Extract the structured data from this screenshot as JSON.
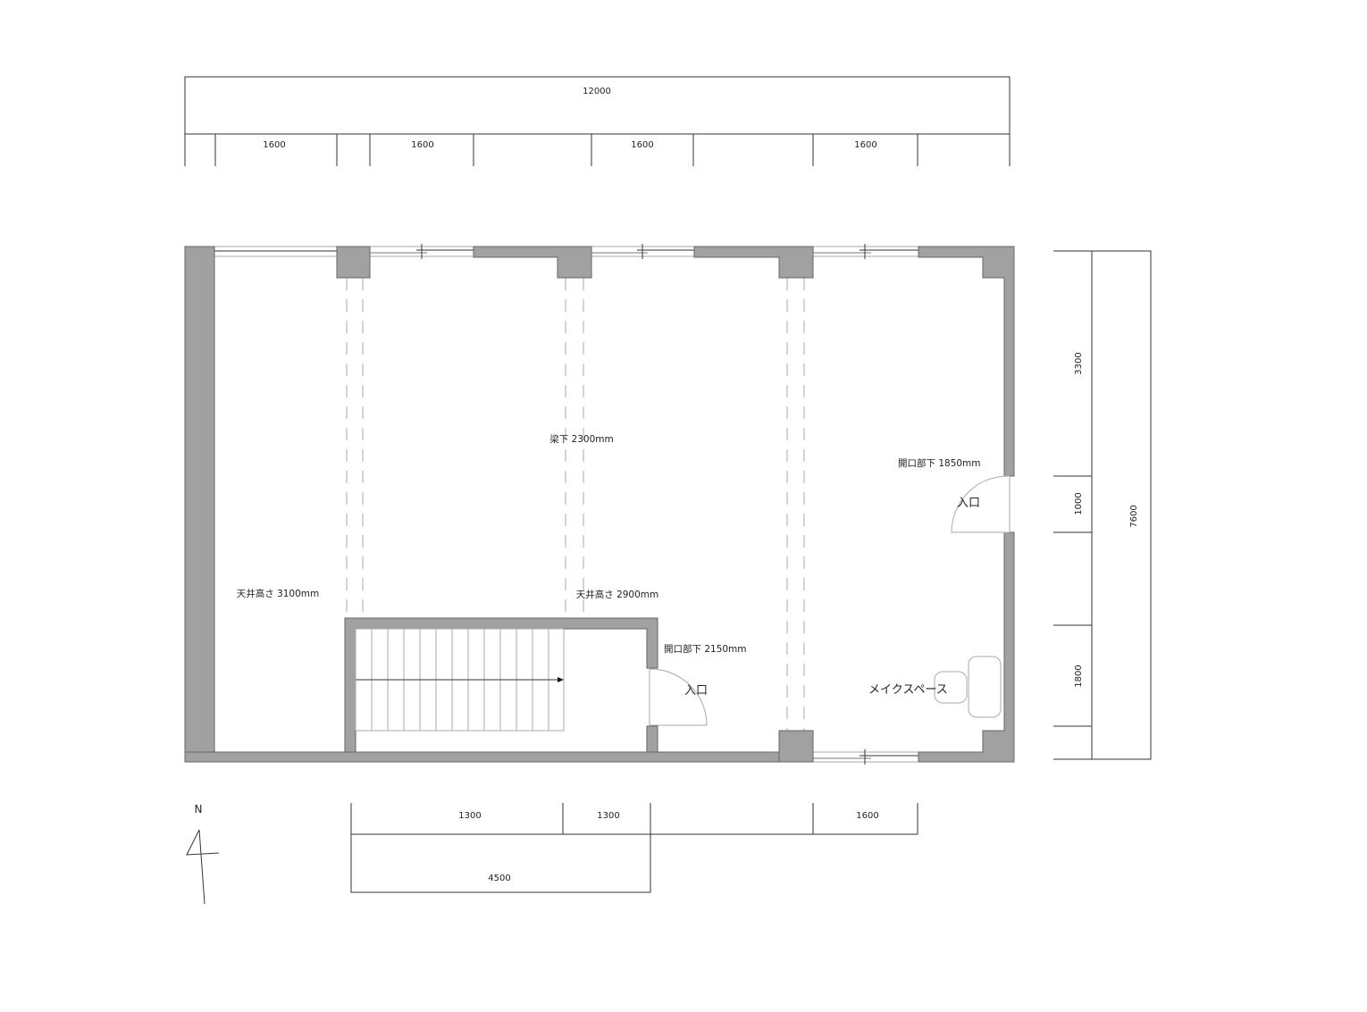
{
  "dimensions": {
    "top_total": "12000",
    "top_segments": [
      "1600",
      "1600",
      "1600",
      "1600"
    ],
    "right_segments": [
      "3300",
      "1000",
      "1800"
    ],
    "right_total": "7600",
    "bottom_segments": [
      "1300",
      "1300",
      "1600"
    ],
    "bottom_total": "4500"
  },
  "labels": {
    "beam_height": "梁下 2300mm",
    "ceiling_left": "天井高さ 3100mm",
    "ceiling_center": "天井高さ 2900mm",
    "opening_stair": "開口部下 2150mm",
    "opening_right": "開口部下 1850mm",
    "entrance_stair": "入口",
    "entrance_right": "入口",
    "make_space": "メイクスペース",
    "north": "N"
  },
  "colors": {
    "wall": "#a0a1a0"
  }
}
